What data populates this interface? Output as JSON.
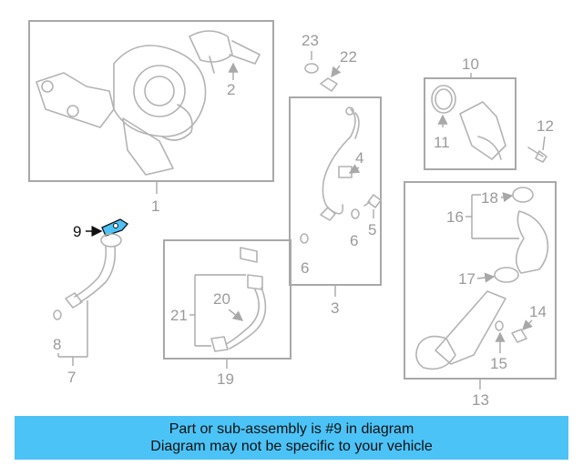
{
  "callouts": {
    "c1": "1",
    "c2": "2",
    "c3": "3",
    "c4": "4",
    "c5": "5",
    "c6a": "6",
    "c6b": "6",
    "c7": "7",
    "c8": "8",
    "c9": "9",
    "c10": "10",
    "c11": "11",
    "c12": "12",
    "c13": "13",
    "c14": "14",
    "c15": "15",
    "c16": "16",
    "c17": "17",
    "c18": "18",
    "c19": "19",
    "c20": "20",
    "c21": "21",
    "c22": "22",
    "c23": "23"
  },
  "highlight_color": "#4cc3f7",
  "banner": {
    "line1": "Part or sub-assembly is #9 in diagram",
    "line2": "Diagram may not be specific to your vehicle"
  }
}
